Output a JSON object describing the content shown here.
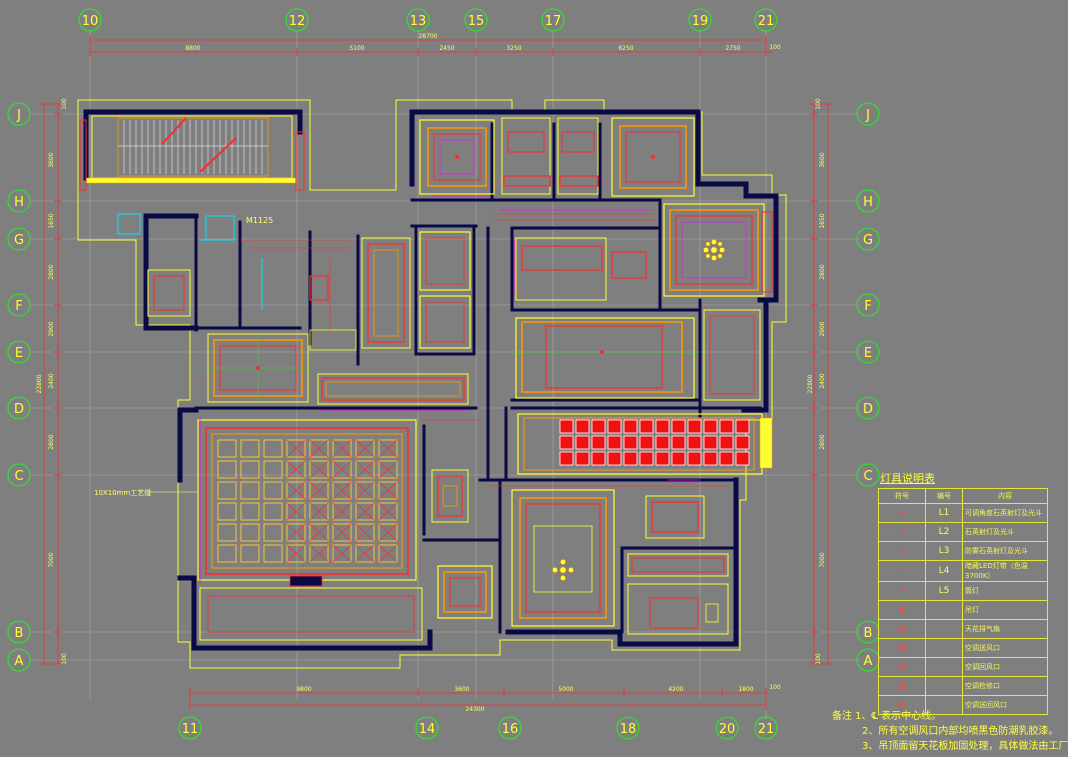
{
  "grid_top": [
    {
      "label": "10"
    },
    {
      "label": "12"
    },
    {
      "label": "13"
    },
    {
      "label": "15"
    },
    {
      "label": "17"
    },
    {
      "label": "19"
    },
    {
      "label": "21"
    }
  ],
  "grid_bottom": [
    {
      "label": "11"
    },
    {
      "label": "14"
    },
    {
      "label": "16"
    },
    {
      "label": "18"
    },
    {
      "label": "20"
    },
    {
      "label": "21"
    }
  ],
  "grid_left": [
    {
      "label": "J"
    },
    {
      "label": "H"
    },
    {
      "label": "G"
    },
    {
      "label": "F"
    },
    {
      "label": "E"
    },
    {
      "label": "D"
    },
    {
      "label": "C"
    },
    {
      "label": "B"
    },
    {
      "label": "A"
    }
  ],
  "grid_right": [
    {
      "label": "J"
    },
    {
      "label": "H"
    },
    {
      "label": "G"
    },
    {
      "label": "F"
    },
    {
      "label": "E"
    },
    {
      "label": "D"
    },
    {
      "label": "C"
    },
    {
      "label": "B"
    },
    {
      "label": "A"
    }
  ],
  "dims_top_total": "28700",
  "dims_top": [
    "8800",
    "5100",
    "2450",
    "3250",
    "6250",
    "2750"
  ],
  "dims_top_end": "100",
  "dims_bottom_total": "24300",
  "dims_bottom": [
    "9800",
    "3600",
    "5000",
    "4200",
    "1800"
  ],
  "dims_bottom_end": "100",
  "dims_left": [
    "100",
    "3600",
    "1650",
    "2800",
    "2900",
    "2400",
    "2800",
    "7000",
    "100"
  ],
  "dims_left_total": "22800",
  "dims_right": [
    "100",
    "3600",
    "1650",
    "2800",
    "2900",
    "2400",
    "2800",
    "7000",
    "100"
  ],
  "dims_right_total": "22800",
  "plan_labels": {
    "door_tag": "M1125",
    "ceiling_note": "10X10mm工艺缝"
  },
  "legend": {
    "title": "灯具说明表",
    "headers": [
      "符号",
      "编号",
      "内容"
    ],
    "rows": [
      {
        "symbol": "cross",
        "code": "L1",
        "content": "可调角度石英射灯及光斗"
      },
      {
        "symbol": "cross",
        "code": "L2",
        "content": "石英射灯及光斗"
      },
      {
        "symbol": "dot",
        "code": "L3",
        "content": "防雾石英射灯及光斗"
      },
      {
        "symbol": "dash",
        "code": "L4",
        "content": "暗藏LED灯带（色温3700K）"
      },
      {
        "symbol": "dot",
        "code": "L5",
        "content": "筒灯"
      },
      {
        "symbol": "chandelier",
        "code": "",
        "content": "吊灯"
      },
      {
        "symbol": "exhaust",
        "code": "",
        "content": "天花排气扇"
      },
      {
        "symbol": "vent",
        "code": "",
        "content": "空调送风口"
      },
      {
        "symbol": "vent",
        "code": "",
        "content": "空调回风口"
      },
      {
        "symbol": "vent",
        "code": "",
        "content": "空调检修口"
      },
      {
        "symbol": "vent",
        "code": "",
        "content": "空调送回风口"
      }
    ]
  },
  "notes": [
    "备注  1、℄ 表示中心线。",
    "2、所有空调风口内部均喷黑色防潮乳胶漆。",
    "3、吊顶面留天花板加固处理，具体做法由工厂"
  ],
  "colors": {
    "background": "#7f7f7f",
    "wall": "#0a0a44",
    "ceiling_red": "#ff1a1a",
    "ceiling_yellow": "#ffff33",
    "ceiling_orange": "#ff9900",
    "cyan": "#00e5ff",
    "magenta": "#ff00ff",
    "grid_green": "#33dd33",
    "dim_red": "#ff2a2a"
  }
}
